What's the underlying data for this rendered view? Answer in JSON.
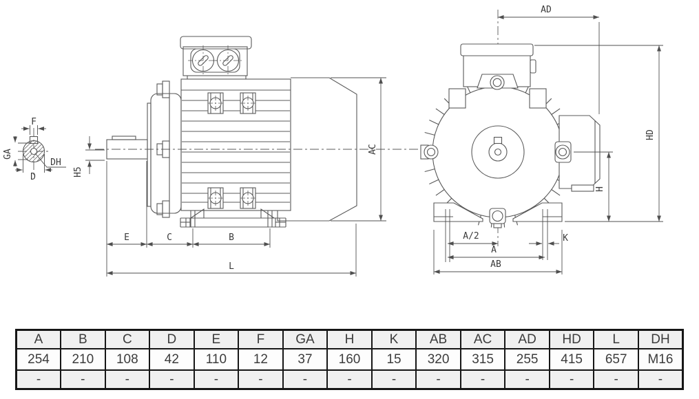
{
  "drawing": {
    "line_color": "#585858",
    "labels": {
      "f": "F",
      "ga": "GA",
      "dh": "DH",
      "d": "D",
      "h5": "H5",
      "e": "E",
      "c": "C",
      "b": "B",
      "l": "L",
      "ac": "AC",
      "ad": "AD",
      "hd": "HD",
      "h": "H",
      "a_half": "A/2",
      "a": "A",
      "ab": "AB",
      "k": "K"
    }
  },
  "table": {
    "header_bg": "#f0f0f0",
    "headers": [
      "A",
      "B",
      "C",
      "D",
      "E",
      "F",
      "GA",
      "H",
      "K",
      "AB",
      "AC",
      "AD",
      "HD",
      "L",
      "DH"
    ],
    "values": [
      "254",
      "210",
      "108",
      "42",
      "110",
      "12",
      "37",
      "160",
      "15",
      "320",
      "315",
      "255",
      "415",
      "657",
      "M16"
    ],
    "placeholders": [
      "-",
      "-",
      "-",
      "-",
      "-",
      "-",
      "-",
      "-",
      "-",
      "-",
      "-",
      "-",
      "-",
      "-",
      "-"
    ]
  }
}
